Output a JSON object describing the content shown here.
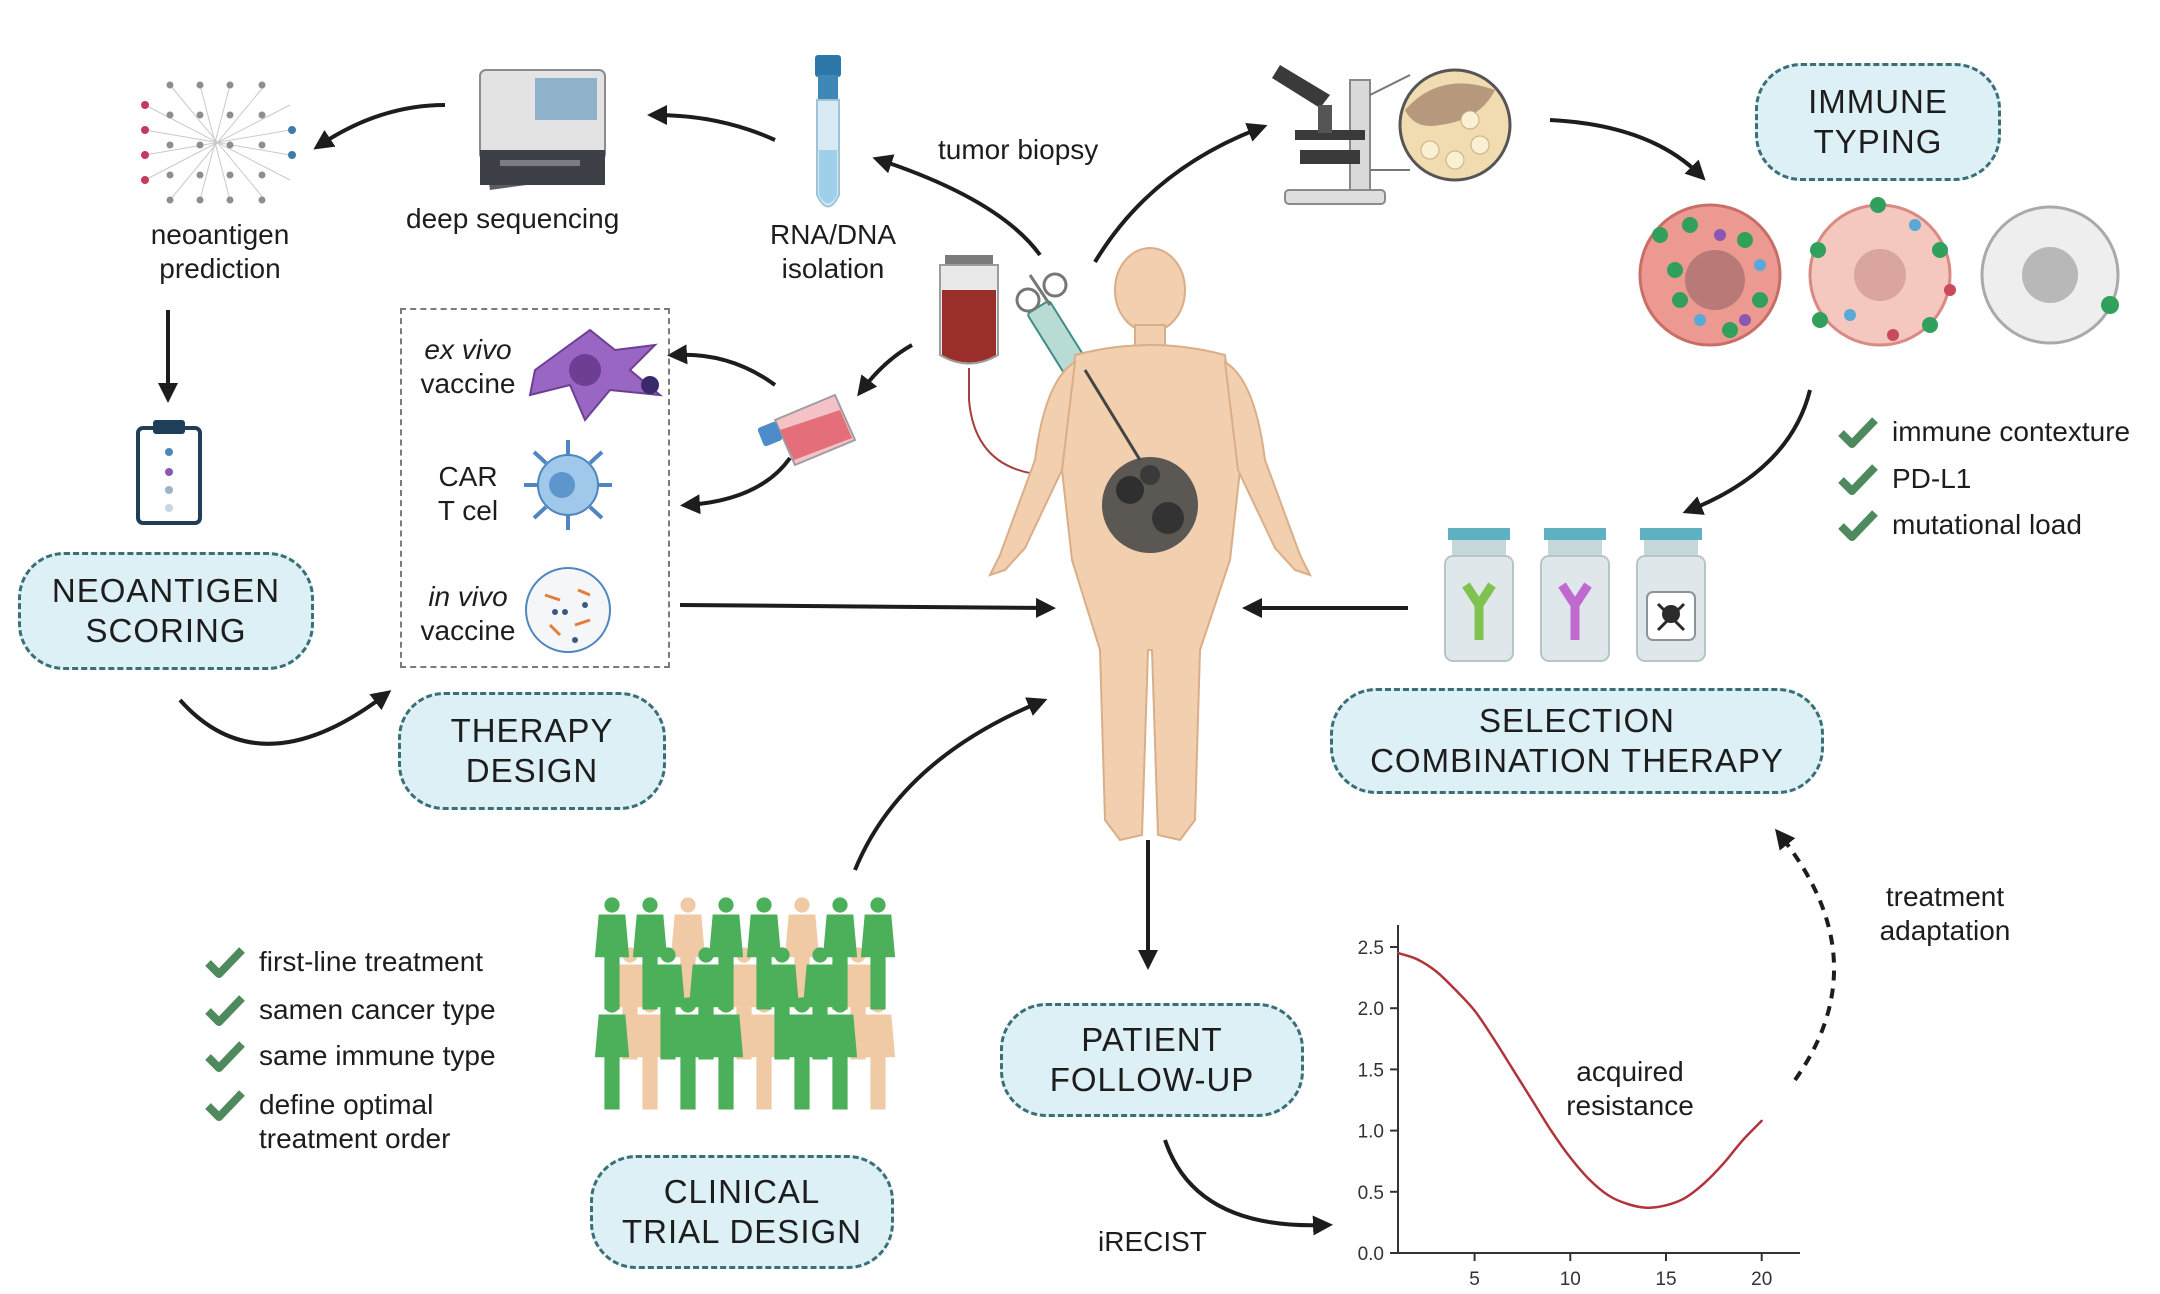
{
  "pills": {
    "immune_typing": [
      "IMMUNE",
      "TYPING"
    ],
    "neoantigen_scoring": [
      "NEOANTIGEN",
      "SCORING"
    ],
    "therapy_design": [
      "THERAPY",
      "DESIGN"
    ],
    "selection": [
      "SELECTION",
      "COMBINATION THERAPY"
    ],
    "patient_followup": [
      "PATIENT",
      "FOLLOW-UP"
    ],
    "clinical_trial": [
      "CLINICAL",
      "TRIAL DESIGN"
    ]
  },
  "labels": {
    "tumor_biopsy": "tumor biopsy",
    "rna_dna": [
      "RNA/DNA",
      "isolation"
    ],
    "deep_sequencing": "deep sequencing",
    "neoantigen_prediction": [
      "neoantigen",
      "prediction"
    ],
    "ex_vivo": "ex vivo",
    "vaccine1": "vaccine",
    "car": [
      "CAR",
      "T cel"
    ],
    "in_vivo": "in vivo",
    "vaccine2": "vaccine",
    "treatment_adaptation": [
      "treatment",
      "adaptation"
    ],
    "irecist": "iRECIST",
    "acquired_resistance": [
      "acquired",
      "resistance"
    ]
  },
  "immune_checklist": [
    "immune contexture",
    "PD-L1",
    "mutational load"
  ],
  "trial_checklist": [
    "first-line treatment",
    "samen cancer type",
    "same immune type",
    "define optimal\ntreatment order"
  ],
  "colors": {
    "accent_fill": "#dcf0f6",
    "accent_border": "#3a6f76",
    "check": "#4f8a5e",
    "curve": "#b0343a",
    "skin": "#f2cfae",
    "green_figure": "#4caf5a"
  },
  "chart_data": {
    "type": "line",
    "x": [
      1,
      2,
      3,
      4,
      5,
      6,
      7,
      8,
      9,
      10,
      11,
      12,
      13,
      14,
      15,
      16,
      17,
      18,
      19,
      20
    ],
    "series": [
      {
        "values": [
          2.45,
          2.4,
          2.3,
          2.15,
          1.98,
          1.75,
          1.5,
          1.25,
          1.0,
          0.78,
          0.6,
          0.47,
          0.4,
          0.37,
          0.39,
          0.45,
          0.57,
          0.73,
          0.92,
          1.08
        ]
      }
    ],
    "y_ticks": [
      "0.0",
      "0.5",
      "1.0",
      "1.5",
      "2.0",
      "2.5"
    ],
    "x_ticks": [
      "5",
      "10",
      "15",
      "20"
    ],
    "xlim": [
      1,
      22
    ],
    "ylim": [
      0,
      2.5
    ],
    "title": "",
    "xlabel": "",
    "ylabel": ""
  }
}
